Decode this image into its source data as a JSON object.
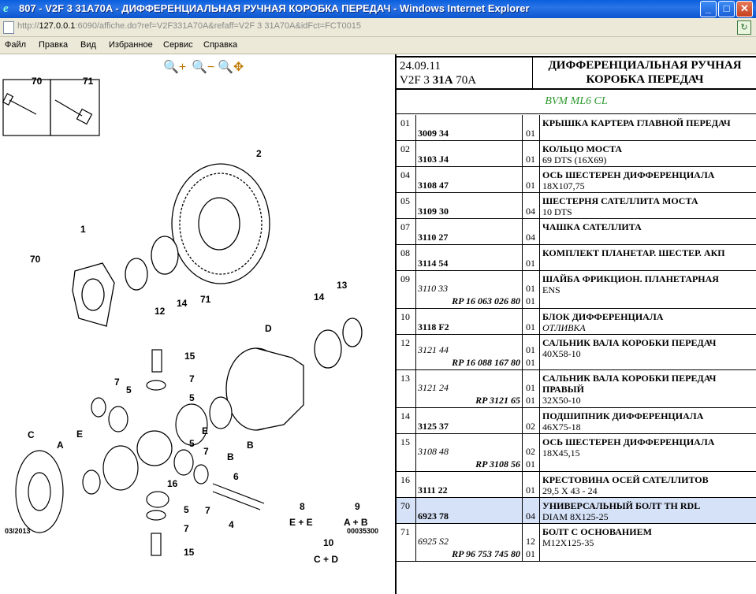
{
  "window": {
    "title": "807 - V2F 3 31A70A - ДИФФЕРЕНЦИАЛЬНАЯ РУЧНАЯ КОРОБКА ПЕРЕДАЧ - Windows Internet Explorer",
    "minimize": "_",
    "maximize": "□",
    "close": "✕"
  },
  "address": {
    "url_prefix": "http://",
    "url_host": "127.0.0.1",
    "url_rest": ":6090/affiche.do?ref=V2F331A70A&refaff=V2F 3 31A70A&idFct=FCT0015"
  },
  "menu": [
    "Файл",
    "Правка",
    "Вид",
    "Избранное",
    "Сервис",
    "Справка"
  ],
  "diagram": {
    "callouts": [
      "70",
      "71",
      "1",
      "2",
      "12",
      "14",
      "70",
      "71",
      "14",
      "13",
      "D",
      "15",
      "7",
      "5",
      "7",
      "5",
      "C",
      "A",
      "E",
      "E",
      "B",
      "7",
      "5",
      "16",
      "B",
      "6",
      "7",
      "4",
      "5",
      "7",
      "15"
    ],
    "legend": [
      {
        "num": "8",
        "formula": "E + E"
      },
      {
        "num": "9",
        "formula": "A + B"
      },
      {
        "num": "10",
        "formula": "C + D"
      }
    ],
    "date_code": "03/2013",
    "sheet_number": "00035300"
  },
  "header": {
    "date": "24.09.11",
    "code_pre": "V2F 3 ",
    "code_bold": "31A",
    "code_post": " 70A",
    "title": "ДИФФЕРЕНЦИАЛЬНАЯ РУЧНАЯ КОРОБКА ПЕРЕДАЧ",
    "subtitle": "BVM ML6 CL"
  },
  "parts": [
    {
      "idx": "01",
      "ref": "3009 34",
      "ref_italic": false,
      "rp": "",
      "qty1": "",
      "qty2": "01",
      "name": "КРЫШКА КАРТЕРА ГЛАВНОЙ ПЕРЕДАЧ",
      "desc": "",
      "desc_italic": false
    },
    {
      "idx": "02",
      "ref": "3103 J4",
      "ref_italic": false,
      "rp": "",
      "qty1": "",
      "qty2": "01",
      "name": "КОЛЬЦО МОСТА",
      "desc": "69 DTS (16X69)",
      "desc_italic": false
    },
    {
      "idx": "04",
      "ref": "3108 47",
      "ref_italic": false,
      "rp": "",
      "qty1": "",
      "qty2": "01",
      "name": "ОСЬ ШЕСТЕРЕН ДИФФЕРЕНЦИАЛА",
      "desc": "18X107,75",
      "desc_italic": false
    },
    {
      "idx": "05",
      "ref": "3109 30",
      "ref_italic": false,
      "rp": "",
      "qty1": "",
      "qty2": "04",
      "name": "ШЕСТЕРНЯ САТЕЛЛИТА МОСТА",
      "desc": "10 DTS",
      "desc_italic": false
    },
    {
      "idx": "07",
      "ref": "3110 27",
      "ref_italic": false,
      "rp": "",
      "qty1": "",
      "qty2": "04",
      "name": "ЧАШКА САТЕЛЛИТА",
      "desc": "",
      "desc_italic": false
    },
    {
      "idx": "08",
      "ref": "3114 54",
      "ref_italic": false,
      "rp": "",
      "qty1": "",
      "qty2": "01",
      "name": "КОМПЛЕКТ ПЛАНЕТАР. ШЕСТЕР. АКП",
      "desc": "",
      "desc_italic": false
    },
    {
      "idx": "09",
      "ref": "3110 33",
      "ref_italic": true,
      "rp": "RP 16 063 026 80",
      "qty1": "01",
      "qty2": "01",
      "name": "ШАЙБА ФРИКЦИОН. ПЛАНЕТАРНАЯ",
      "desc": "ENS",
      "desc_italic": false
    },
    {
      "idx": "10",
      "ref": "3118 F2",
      "ref_italic": false,
      "rp": "",
      "qty1": "",
      "qty2": "01",
      "name": "БЛОК ДИФФЕРЕНЦИАЛА",
      "desc": "ОТЛИВКА",
      "desc_italic": true
    },
    {
      "idx": "12",
      "ref": "3121 44",
      "ref_italic": true,
      "rp": "RP 16 088 167 80",
      "qty1": "01",
      "qty2": "01",
      "name": "САЛЬНИК ВАЛА КОРОБКИ ПЕРЕДАЧ",
      "desc": "40X58-10",
      "desc_italic": false
    },
    {
      "idx": "13",
      "ref": "3121 24",
      "ref_italic": true,
      "rp": "RP 3121 65",
      "qty1": "01",
      "qty2": "01",
      "name": "САЛЬНИК ВАЛА КОРОБКИ ПЕРЕДАЧ ПРАВЫЙ",
      "desc": "32X50-10",
      "desc_italic": false
    },
    {
      "idx": "14",
      "ref": "3125 37",
      "ref_italic": false,
      "rp": "",
      "qty1": "",
      "qty2": "02",
      "name": "ПОДШИПНИК ДИФФЕРЕНЦИАЛА",
      "desc": "46X75-18",
      "desc_italic": false
    },
    {
      "idx": "15",
      "ref": "3108 48",
      "ref_italic": true,
      "rp": "RP 3108 56",
      "qty1": "02",
      "qty2": "01",
      "name": "ОСЬ ШЕСТЕРЕН ДИФФЕРЕНЦИАЛА",
      "desc": "18X45,15",
      "desc_italic": false
    },
    {
      "idx": "16",
      "ref": "3111 22",
      "ref_italic": false,
      "rp": "",
      "qty1": "",
      "qty2": "01",
      "name": "КРЕСТОВИНА ОСЕЙ САТЕЛЛИТОВ",
      "desc": "29,5 X 43 - 24",
      "desc_italic": false
    },
    {
      "idx": "70",
      "ref": "6923 78",
      "ref_italic": false,
      "rp": "",
      "qty1": "",
      "qty2": "04",
      "name": "УНИВЕРСАЛЬНЫЙ БОЛТ TH RDL",
      "desc": "DIAM 8X125-25",
      "desc_italic": false
    },
    {
      "idx": "71",
      "ref": "6925 S2",
      "ref_italic": true,
      "rp": "RP 96 753 745 80",
      "qty1": "12",
      "qty2": "01",
      "name": "БОЛТ С ОСНОВАНИЕМ",
      "desc": "M12X125-35",
      "desc_italic": false
    }
  ],
  "highlighted_row": "70"
}
